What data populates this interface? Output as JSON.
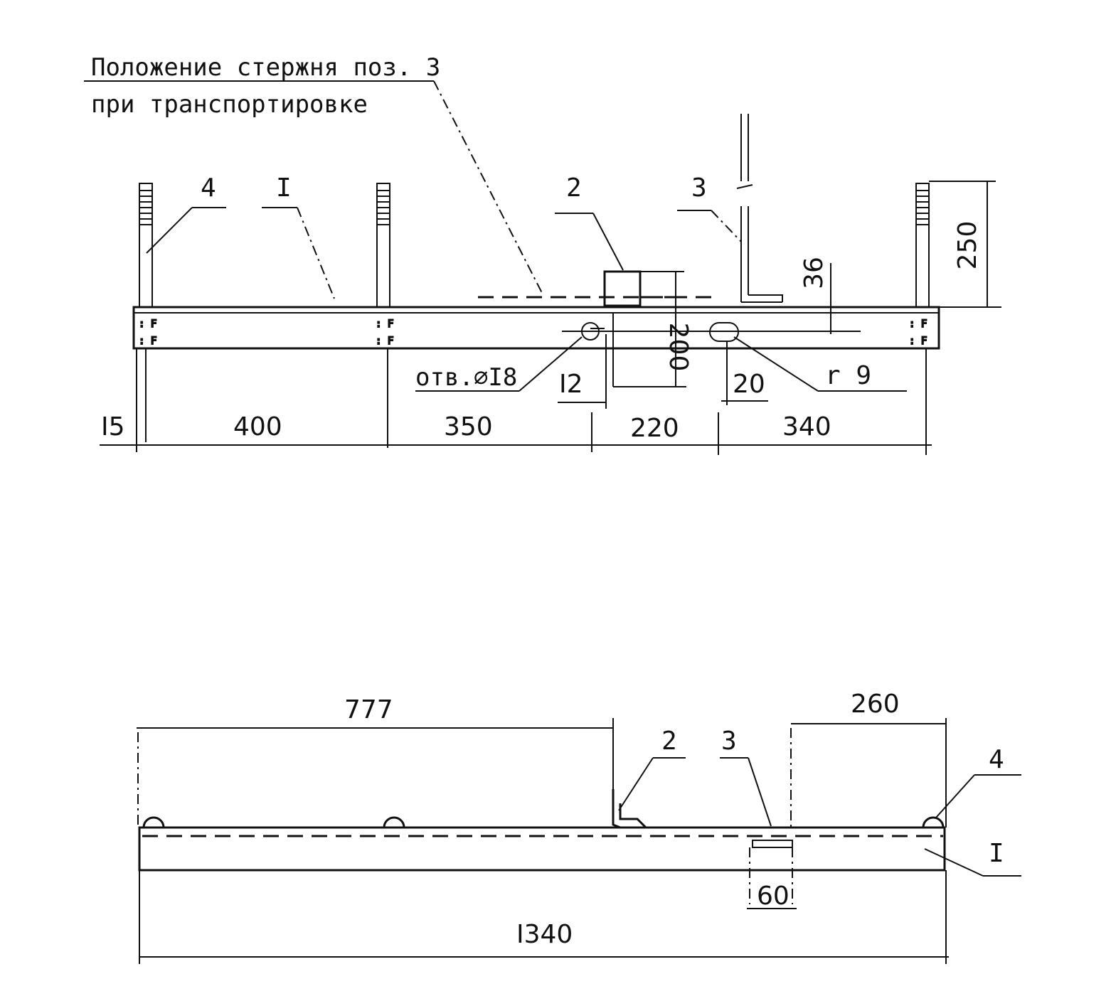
{
  "top_view": {
    "note_line1": "Положение стержня поз. 3",
    "note_line2": "при транспортировке",
    "callouts": {
      "p4": "4",
      "p1": "I",
      "p2": "2",
      "p3": "3"
    },
    "dims": {
      "d15": "I5",
      "d400": "400",
      "d350": "350",
      "d220": "220",
      "d340": "340",
      "d250": "250",
      "d36": "36",
      "d200": "200",
      "d12": "I2",
      "d20": "20"
    },
    "hole_label": "отв.⌀I8",
    "r9_label": "r 9"
  },
  "bottom_view": {
    "dims": {
      "d777": "777",
      "d260": "260",
      "d60": "60",
      "d1340": "I340"
    },
    "callouts": {
      "p2": "2",
      "p3": "3",
      "p4": "4",
      "p1": "I"
    }
  }
}
